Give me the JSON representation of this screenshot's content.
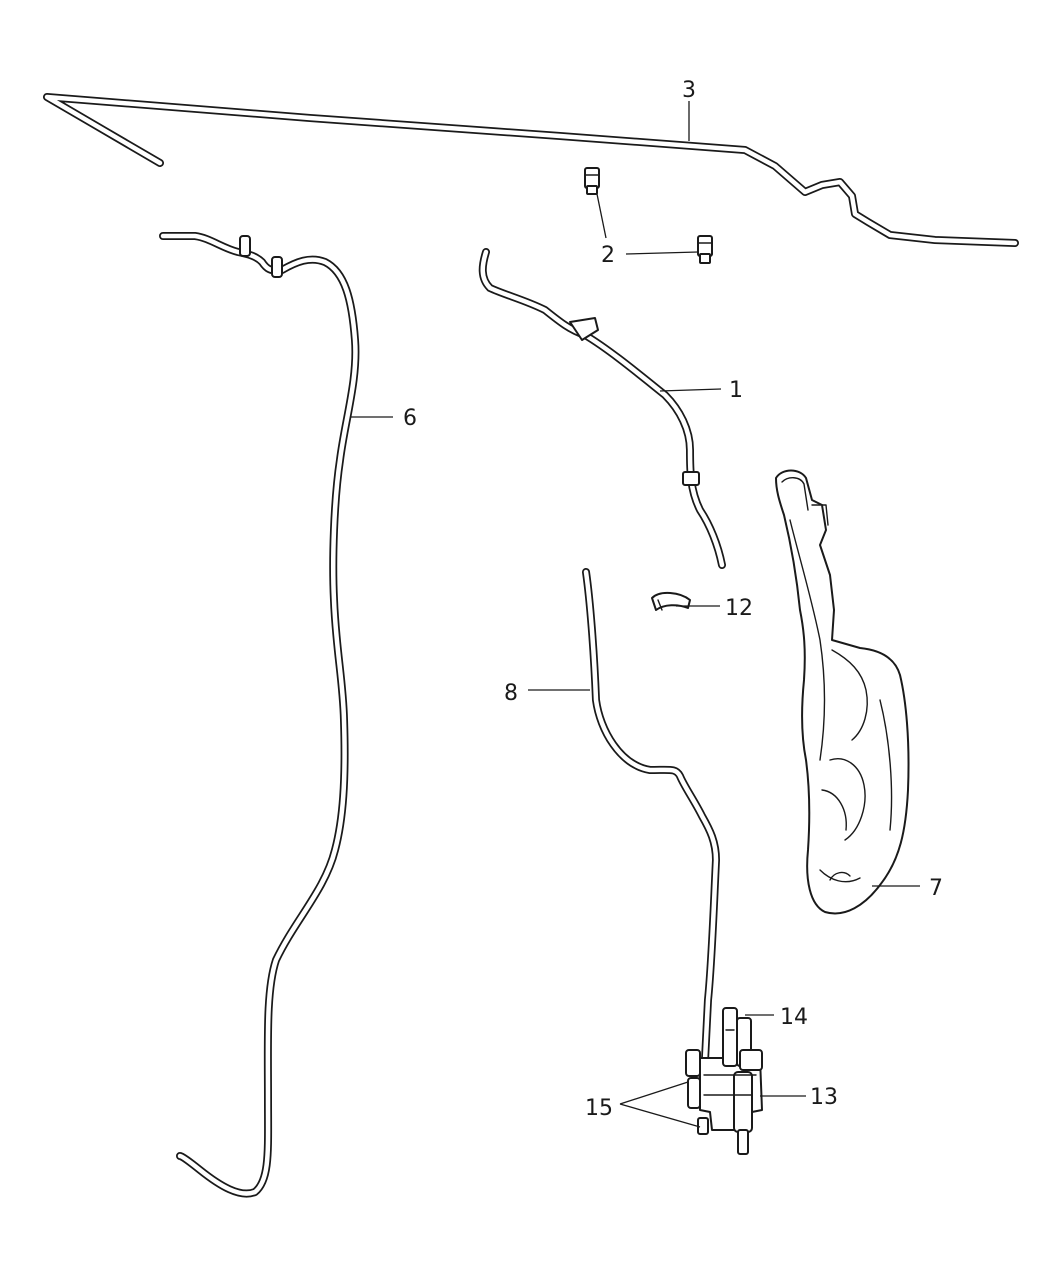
{
  "callouts": {
    "c1": "1",
    "c2": "2",
    "c3": "3",
    "c6": "6",
    "c7": "7",
    "c8": "8",
    "c12": "12",
    "c13": "13",
    "c14": "14",
    "c15": "15"
  }
}
